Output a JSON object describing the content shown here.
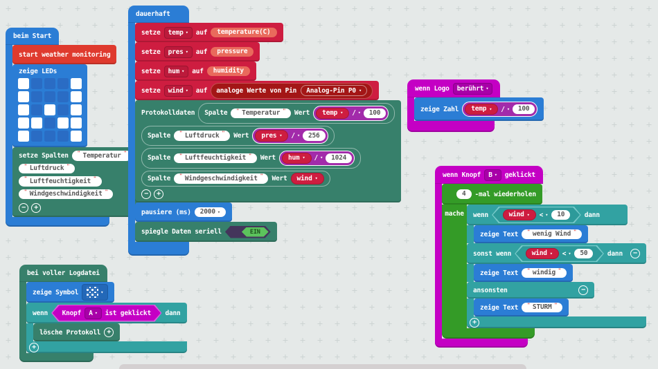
{
  "workspace": {
    "bg": "#e5e9e8",
    "grid_color": "#ccd3d2"
  },
  "colors": {
    "basic_blue": "#2b7dd5",
    "extension_red": "#df3a2e",
    "variables_crimson": "#ce1d40",
    "pins_darkred": "#a31616",
    "datalogger_teal": "#37806b",
    "input_magenta": "#c400c4",
    "loops_green": "#349b27",
    "logic_teal": "#32a2a2",
    "math_purple": "#a22baa",
    "toggle_on_green": "#5cc35c",
    "toggle_off_navy": "#44355b"
  },
  "on_start": {
    "header": "beim Start",
    "weather_block": "start weather monitoring",
    "show_leds": {
      "label": "zeige LEDs",
      "pattern": [
        [
          1,
          0,
          0,
          0,
          1
        ],
        [
          1,
          0,
          0,
          0,
          1
        ],
        [
          1,
          0,
          1,
          0,
          1
        ],
        [
          1,
          1,
          0,
          1,
          1
        ],
        [
          1,
          0,
          0,
          0,
          1
        ]
      ]
    },
    "set_columns": {
      "label": "setze Spalten",
      "columns": [
        "Temperatur",
        "Luftdruck",
        "Luftfeuchtigkeit",
        "Windgeschwindigkeit"
      ]
    }
  },
  "forever": {
    "header": "dauerhaft",
    "sets": [
      {
        "kw": "setze",
        "var": "temp",
        "kw2": "auf",
        "value": "temperature(C)"
      },
      {
        "kw": "setze",
        "var": "pres",
        "kw2": "auf",
        "value": "pressure"
      },
      {
        "kw": "setze",
        "var": "hum",
        "kw2": "auf",
        "value": "humidity"
      },
      {
        "kw": "setze",
        "var": "wind",
        "kw2": "auf",
        "pin_reporter": "analoge Werte von Pin",
        "pin": "Analog-Pin P0"
      }
    ],
    "log": {
      "label": "Protokolldaten",
      "col_kw": "Spalte",
      "val_kw": "Wert",
      "rows": [
        {
          "column": "Temperatur",
          "var": "temp",
          "op": "/",
          "value": "100"
        },
        {
          "column": "Luftdruck",
          "var": "pres",
          "op": "/",
          "value": "256"
        },
        {
          "column": "Luftfeuchtigkeit",
          "var": "hum",
          "op": "/",
          "value": "1024"
        },
        {
          "column": "Windgeschwindigkeit",
          "var": "wind"
        }
      ]
    },
    "pause": {
      "label": "pausiere (ms)",
      "value": "2000"
    },
    "mirror": {
      "label": "spiegle Daten seriell",
      "state": "EIN"
    }
  },
  "on_logo": {
    "header_kw": "wenn Logo",
    "event": "berührt",
    "show_number": {
      "label": "zeige Zahl",
      "var": "temp",
      "op": "/",
      "value": "100"
    }
  },
  "on_button": {
    "kw1": "wenn Knopf",
    "button": "B",
    "kw2": "geklickt",
    "repeat": {
      "count": "4",
      "label": "-mal wiederholen",
      "do": "mache"
    },
    "if1": {
      "kw": "wenn",
      "var": "wind",
      "op": "<",
      "value": "10",
      "then": "dann"
    },
    "show1": {
      "label": "zeige Text",
      "text": "wenig Wind"
    },
    "if2": {
      "kw": "sonst wenn",
      "var": "wind",
      "op": "<",
      "value": "50",
      "then": "dann"
    },
    "show2": {
      "label": "zeige Text",
      "text": "windig"
    },
    "else_kw": "ansonsten",
    "show3": {
      "label": "zeige Text",
      "text": "STURM"
    }
  },
  "on_log_full": {
    "header": "bei voller Logdatei",
    "show_icon": {
      "label": "zeige Symbol",
      "icon": [
        [
          0,
          1,
          0,
          1,
          0
        ],
        [
          1,
          0,
          1,
          0,
          1
        ],
        [
          0,
          1,
          0,
          1,
          0
        ],
        [
          1,
          0,
          1,
          0,
          1
        ],
        [
          0,
          1,
          0,
          1,
          0
        ]
      ]
    },
    "if": {
      "kw": "wenn",
      "cond_kw": "Knopf",
      "button": "A",
      "cond_kw2": "ist geklickt",
      "then": "dann"
    },
    "delete": {
      "label": "lösche Protokoll"
    }
  }
}
